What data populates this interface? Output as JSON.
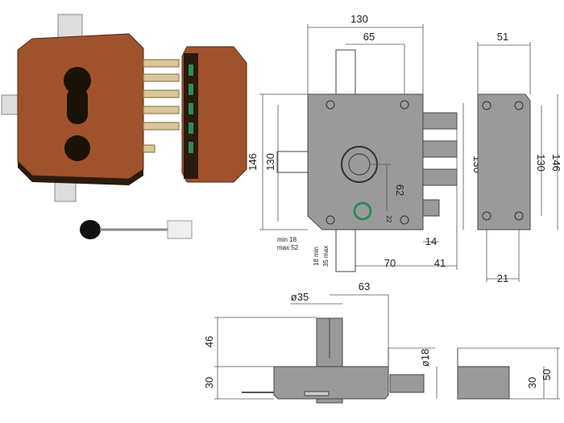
{
  "colors": {
    "drawing_gray": "#9a9a9a",
    "lock_brown": "#a0522d",
    "highlight_green": "#2e8b57",
    "key_black": "#111111"
  },
  "front_view": {
    "width_total": "130",
    "width_to_cylinder": "65",
    "height_total": "146",
    "height_case": "130",
    "cylinder_to_bottom": "62",
    "hole_offset": "22",
    "min_label": "min 18",
    "max_label": "max 52",
    "backset_min": "18 min",
    "backset_max": "35 max",
    "bolt_length": "14",
    "lower_width": "70",
    "bolt_projection": "41",
    "case_height_right": "130"
  },
  "keeper_view": {
    "width": "51",
    "height_inner": "130",
    "height_total": "146",
    "bottom_width": "21"
  },
  "bottom_view": {
    "cylinder_dia": "ø35",
    "cylinder_offset": "63",
    "cylinder_height": "46",
    "case_depth": "30",
    "bolt_dia": "ø18",
    "keeper_depth": "30",
    "keeper_total": "50"
  }
}
